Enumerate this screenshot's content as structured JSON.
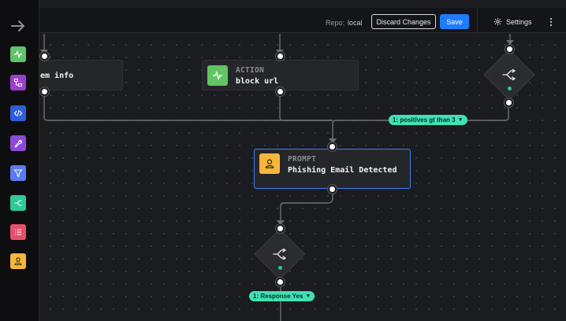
{
  "colors": {
    "action": "#62c462",
    "prompt": "#f4b63c",
    "accent_blue": "#1f7bff",
    "condition_pill": "#3fe2b5",
    "selected_border": "#3b82f6"
  },
  "sidebar": {
    "collapse_icon": "arrow-right-icon",
    "tools": [
      {
        "name": "action-tool",
        "icon": "activity-icon",
        "color": "#5fc36a"
      },
      {
        "name": "flow-tool",
        "icon": "flow-icon",
        "color": "#9b3fd0"
      },
      {
        "name": "code-tool",
        "icon": "code-icon",
        "color": "#2f5fd6"
      },
      {
        "name": "utility-tool",
        "icon": "wrench-icon",
        "color": "#8e48d8"
      },
      {
        "name": "filter-tool",
        "icon": "filter-icon",
        "color": "#5a7cf0"
      },
      {
        "name": "decision-tool",
        "icon": "branch-icon",
        "color": "#2fc89a"
      },
      {
        "name": "format-tool",
        "icon": "list-icon",
        "color": "#e6506e"
      },
      {
        "name": "prompt-tool",
        "icon": "user-icon",
        "color": "#f4b63c"
      }
    ]
  },
  "header": {
    "repo_label": "Repo:",
    "repo_value": "local",
    "discard_label": "Discard Changes",
    "save_label": "Save",
    "settings_label": "Settings"
  },
  "canvas": {
    "nodes": {
      "system_info": {
        "title": "em info"
      },
      "block_url": {
        "kind": "ACTION",
        "title": "block url"
      },
      "phishing_prompt": {
        "kind": "PROMPT",
        "title": "Phishing Email Detected"
      }
    },
    "conditions": {
      "positives": "1: positives gt than 3",
      "response": "1: Response Yes"
    }
  }
}
